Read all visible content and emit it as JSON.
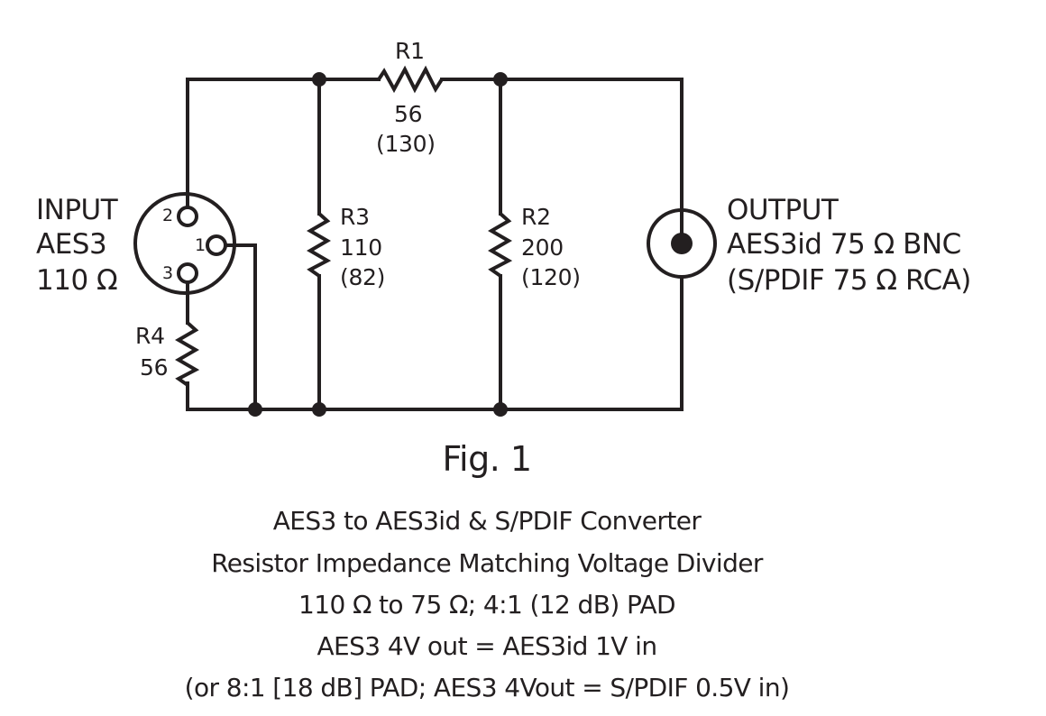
{
  "diagram": {
    "type": "circuit-schematic",
    "input": {
      "label_lines": [
        "INPUT",
        "AES3",
        "110 Ω"
      ],
      "connector": "XLR",
      "pins": [
        {
          "number": "2",
          "label": "2"
        },
        {
          "number": "1",
          "label": "1"
        },
        {
          "number": "3",
          "label": "3"
        }
      ]
    },
    "output": {
      "label_lines": [
        "OUTPUT",
        "AES3id 75 Ω BNC",
        "(S/PDIF 75 Ω RCA)"
      ],
      "connector": "BNC"
    },
    "resistors": [
      {
        "id": "R1",
        "name": "R1",
        "value": "56",
        "alt_value": "(130)",
        "orientation": "horizontal"
      },
      {
        "id": "R2",
        "name": "R2",
        "value": "200",
        "alt_value": "(120)",
        "orientation": "vertical"
      },
      {
        "id": "R3",
        "name": "R3",
        "value": "110",
        "alt_value": "(82)",
        "orientation": "vertical"
      },
      {
        "id": "R4",
        "name": "R4",
        "value": "56",
        "alt_value": "",
        "orientation": "vertical"
      }
    ],
    "connections": [
      [
        "input.pin2",
        "R3.top"
      ],
      [
        "R3.top",
        "R1.left"
      ],
      [
        "R1.right",
        "R2.top"
      ],
      [
        "R2.top",
        "output.center"
      ],
      [
        "input.pin3",
        "R4.top"
      ],
      [
        "R4.bottom",
        "ground"
      ],
      [
        "input.pin1",
        "ground"
      ],
      [
        "R3.bottom",
        "ground"
      ],
      [
        "R2.bottom",
        "ground"
      ],
      [
        "output.shield",
        "ground"
      ]
    ],
    "figure_label": "Fig. 1",
    "caption_lines": [
      "AES3 to AES3id & S/PDIF Converter",
      "Resistor Impedance Matching Voltage Divider",
      "110 Ω to 75 Ω;  4:1 (12 dB) PAD",
      "AES3 4V out = AES3id 1V in",
      "(or 8:1 [18 dB] PAD; AES3 4Vout = S/PDIF 0.5V in)"
    ],
    "colors": {
      "ink": "#231f20",
      "background": "#ffffff"
    }
  }
}
